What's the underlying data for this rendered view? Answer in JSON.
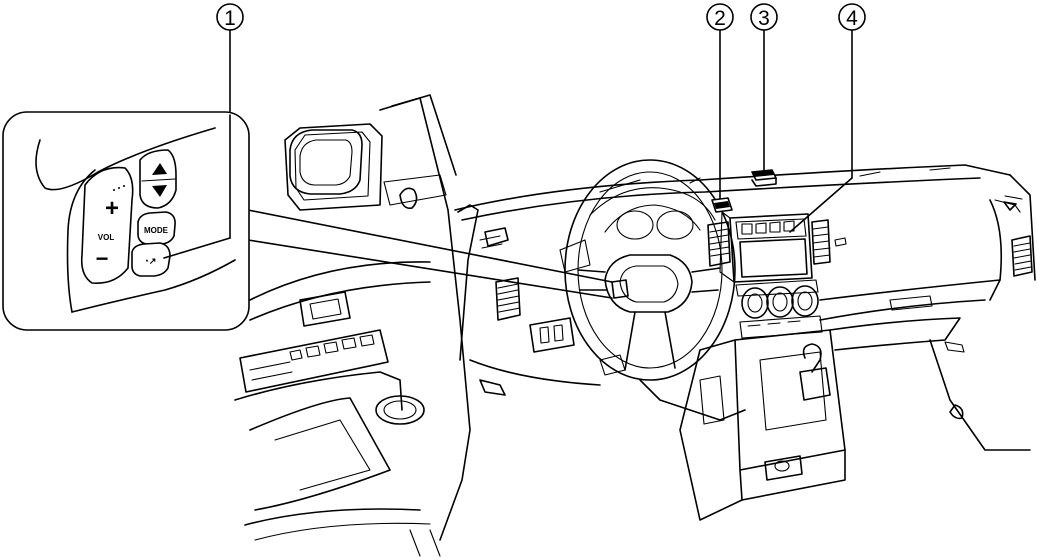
{
  "callouts": [
    {
      "label": "1"
    },
    {
      "label": "2"
    },
    {
      "label": "3"
    },
    {
      "label": "4"
    }
  ],
  "switch_panel": {
    "plus": "+",
    "minus": "−",
    "vol": "VOL",
    "mode": "MODE",
    "talk": "◔↗"
  }
}
